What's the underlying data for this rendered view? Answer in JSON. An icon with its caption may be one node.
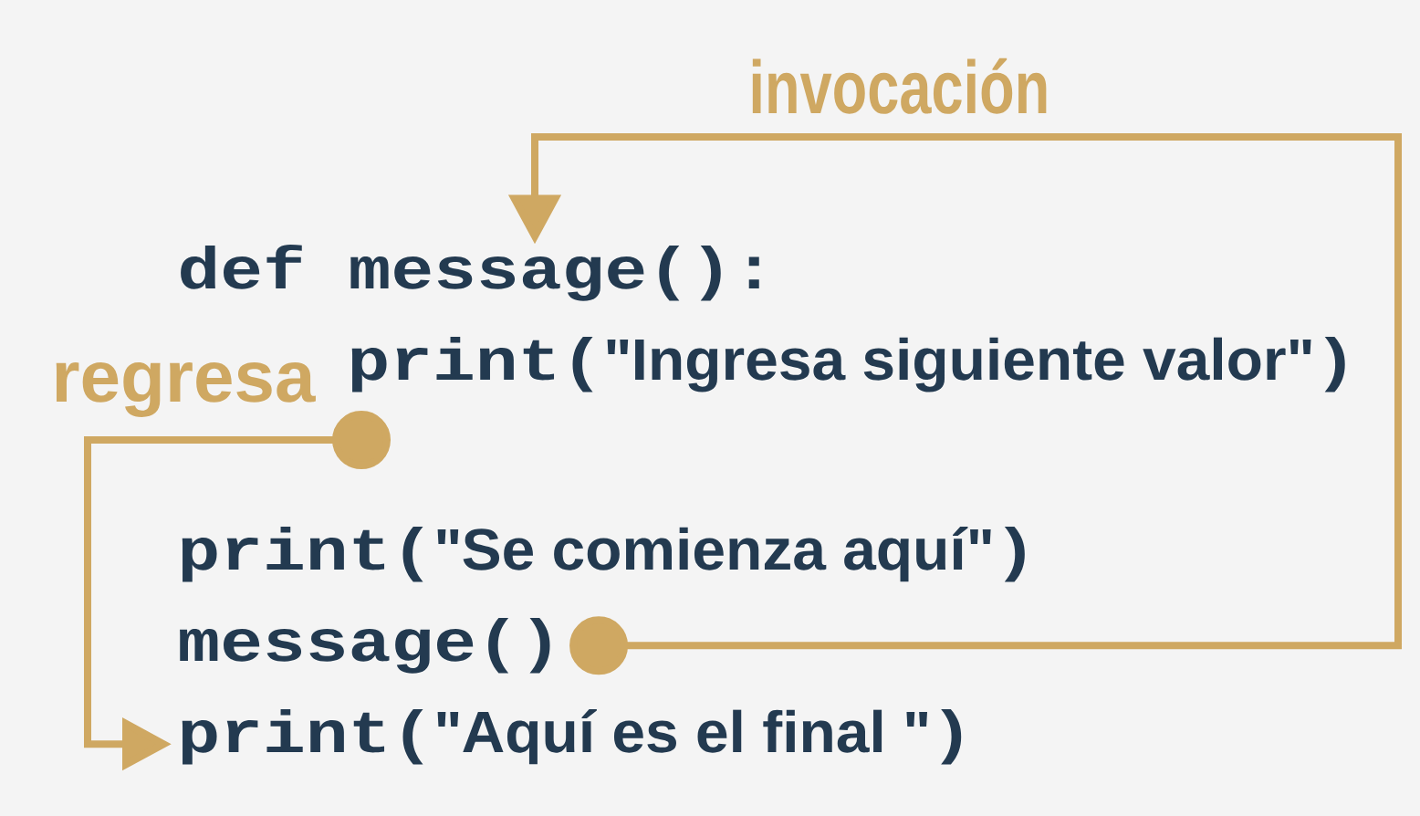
{
  "diagram": {
    "nodes": [
      {
        "text": [
          "def message():"
        ]
      },
      {
        "text": [
          "print(\"Ingresa siguiente valor\")"
        ]
      },
      {
        "text": [
          "print(\"Se comienza aquí\")"
        ]
      },
      {
        "text": [
          "message()"
        ]
      },
      {
        "text": [
          "print(\"Aquí es el final \")"
        ]
      }
    ],
    "edges": [
      {
        "from": 3,
        "to": 0,
        "arrow": "to",
        "label": "invocación"
      },
      {
        "from": 1,
        "to": 4,
        "arrow": "to",
        "label": "regresa"
      }
    ]
  }
}
